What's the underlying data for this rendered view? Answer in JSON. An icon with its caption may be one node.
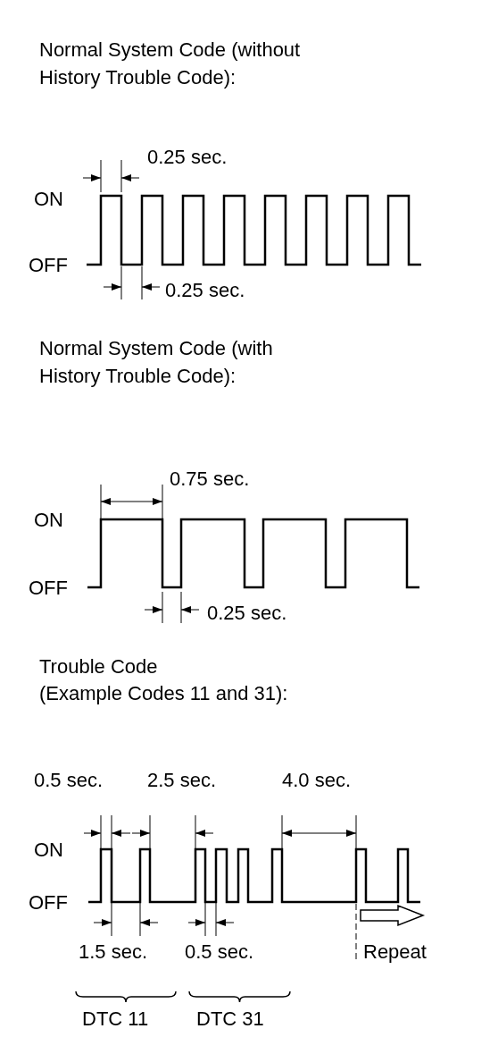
{
  "diagram": {
    "labels": [
      "Normal System Code (without History Trouble Code):",
      "0.25 sec.",
      "ON",
      "OFF",
      "0.25 sec.",
      "Normal System Code (with History Trouble Code):",
      "0.75 sec.",
      "ON",
      "OFF",
      "0.25 sec.",
      "Trouble Code",
      "(Example Codes 11 and 31):",
      "0.5 sec.",
      "2.5 sec.",
      "4.0 sec.",
      "ON",
      "OFF",
      "1.5 sec.",
      "0.5 sec.",
      "Repeat",
      "DTC 11",
      "DTC 31"
    ]
  }
}
